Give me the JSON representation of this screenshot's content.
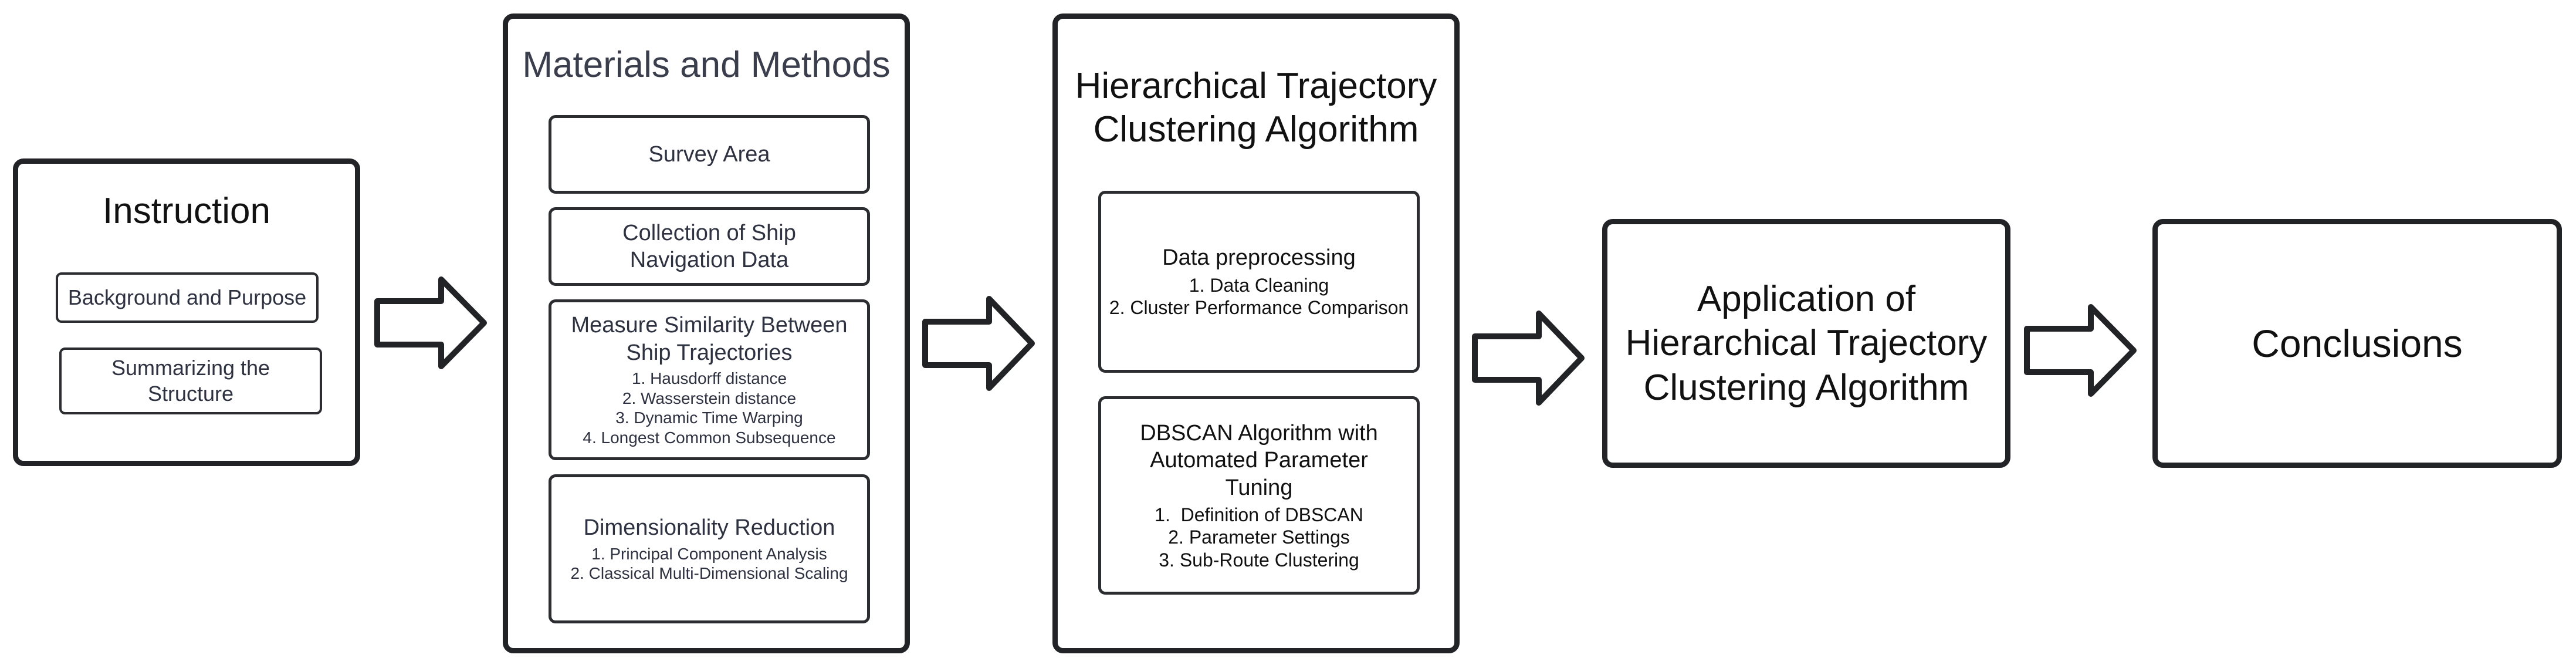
{
  "stages": {
    "instruction": {
      "title": "Instruction",
      "items": [
        "Background and Purpose",
        "Summarizing the Structure"
      ]
    },
    "methods": {
      "title": "Materials and Methods",
      "boxes": [
        {
          "title": "Survey Area",
          "items": []
        },
        {
          "title": "Collection of Ship Navigation Data",
          "items": []
        },
        {
          "title": "Measure Similarity Between Ship Trajectories",
          "items": [
            "1. Hausdorff distance",
            "2. Wasserstein distance",
            "3. Dynamic Time Warping",
            "4. Longest Common Subsequence"
          ]
        },
        {
          "title": "Dimensionality Reduction",
          "items": [
            "1. Principal Component Analysis",
            "2. Classical Multi-Dimensional Scaling"
          ]
        }
      ]
    },
    "algorithm": {
      "title": "Hierarchical Trajectory Clustering Algorithm",
      "boxes": [
        {
          "title": "Data preprocessing",
          "items": [
            "1. Data Cleaning",
            "2. Cluster Performance Comparison"
          ]
        },
        {
          "title": "DBSCAN Algorithm with Automated Parameter Tuning",
          "items": [
            "1.  Definition of DBSCAN",
            "2. Parameter Settings",
            "3. Sub-Route Clustering"
          ]
        }
      ]
    },
    "application": {
      "title": "Application of Hierarchical Trajectory Clustering Algorithm"
    },
    "conclusions": {
      "title": "Conclusions"
    }
  },
  "colors": {
    "border": "#222326",
    "text": "#111111",
    "muted_text": "#2d3140"
  },
  "arrow_icon": "right-arrow-outline-icon"
}
